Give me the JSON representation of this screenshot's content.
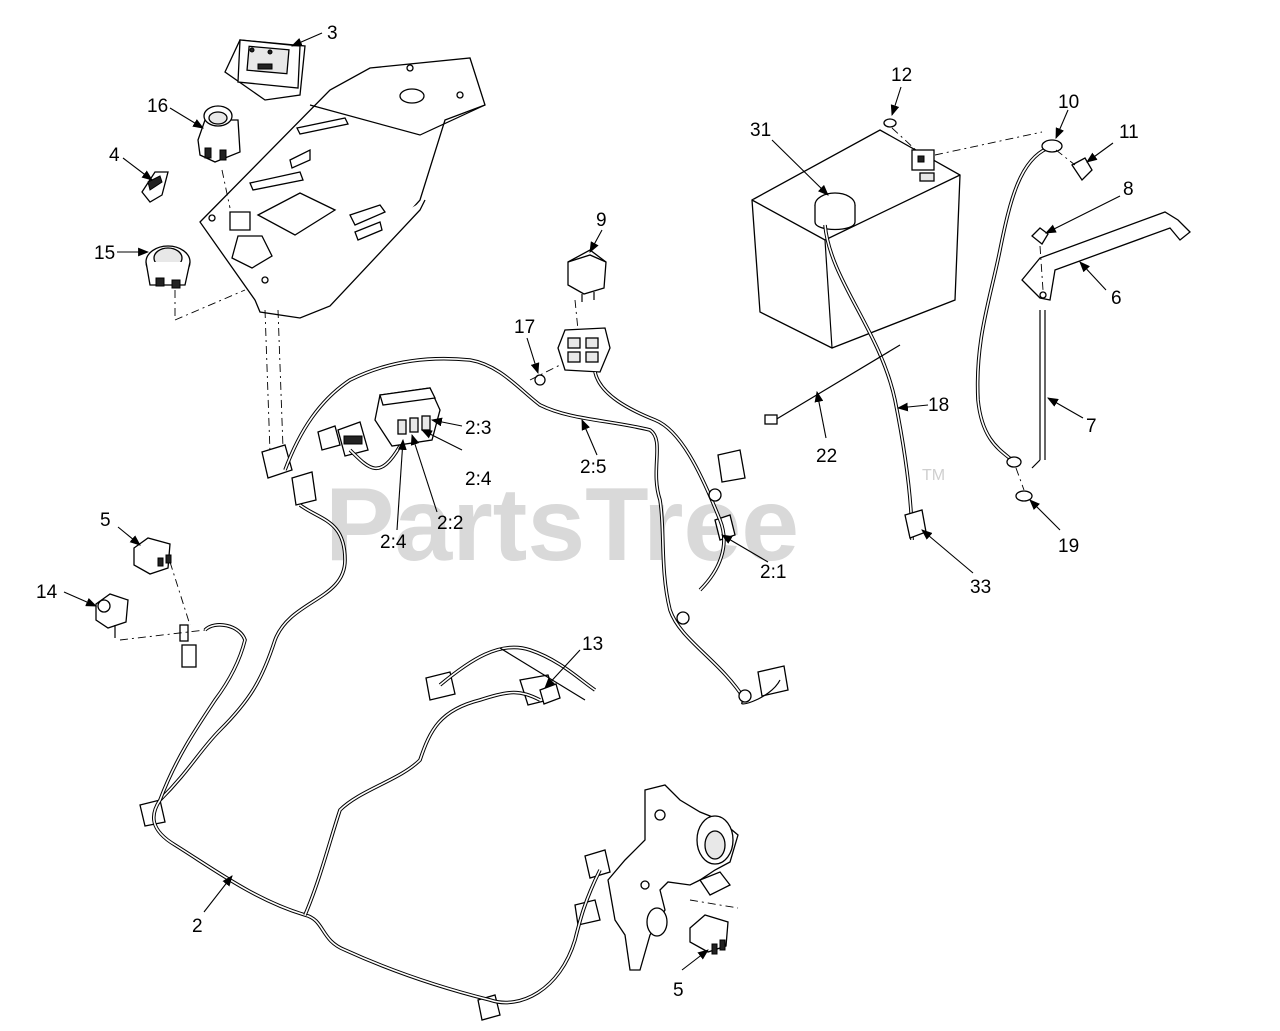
{
  "watermark": {
    "text": "PartsTree",
    "trademark": "TM"
  },
  "callouts": {
    "c3": "3",
    "c16": "16",
    "c4": "4",
    "c15": "15",
    "c9": "9",
    "c17": "17",
    "c2_3": "2:3",
    "c2_4a": "2:4",
    "c2_5": "2:5",
    "c2_2": "2:2",
    "c2_4b": "2:4",
    "c2_1": "2:1",
    "c12": "12",
    "c10": "10",
    "c31": "31",
    "c11": "11",
    "c8": "8",
    "c6": "6",
    "c18": "18",
    "c22": "22",
    "c7": "7",
    "c19": "19",
    "c33": "33",
    "c5a": "5",
    "c14": "14",
    "c13": "13",
    "c2": "2",
    "c5b": "5"
  }
}
